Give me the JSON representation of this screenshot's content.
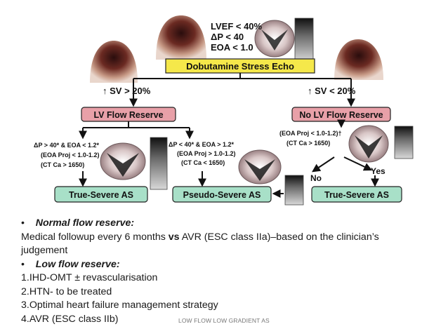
{
  "diagram": {
    "criteria": [
      "LVEF < 40%",
      "ΔP < 40",
      "EOA < 1.0"
    ],
    "stress_echo": "Dobutamine Stress Echo",
    "sv_left": "↑ SV > 20%",
    "sv_right": "↑ SV < 20%",
    "lv_flow_reserve": "LV Flow Reserve",
    "no_lv_flow_reserve": "No LV Flow Reserve",
    "left_crit": [
      "ΔP > 40* & EOA < 1.2*",
      "(EOA Proj < 1.0-1.2)",
      "(CT Ca > 1650)"
    ],
    "mid_crit": [
      "ΔP < 40* & EOA > 1.2*",
      "(EOA Proj > 1.0-1.2)",
      "(CT Ca < 1650)"
    ],
    "right_crit": [
      "(EOA Proj < 1.0-1.2)†",
      "(CT Ca > 1650)"
    ],
    "no_label": "No",
    "yes_label": "Yes",
    "outcome_left": "True-Severe AS",
    "outcome_mid": "Pseudo-Severe AS",
    "outcome_right": "True-Severe AS",
    "colors": {
      "pink_box": "#e8a0a8",
      "yellow_box": "#f5e84a",
      "green_box": "#a8e0c8",
      "arrow": "#111111"
    }
  },
  "bullets": {
    "b1_marker": "•",
    "b1_title": "Normal flow reserve:",
    "b1_text_a": "Medical followup every 6 months ",
    "b1_text_vs": "vs",
    "b1_text_b": " AVR (ESC class IIa)–based on the clinician’s",
    "b1_text_c": "judgement",
    "b2_marker": "•",
    "b2_title": "Low flow reserve:",
    "items": [
      "1.IHD-OMT ± revascularisation",
      "2.HTN- to be treated",
      "3.Optimal heart failure management strategy",
      "4.AVR (ESC class IIb)"
    ]
  },
  "footer": "LOW FLOW LOW GRADIENT  AS"
}
